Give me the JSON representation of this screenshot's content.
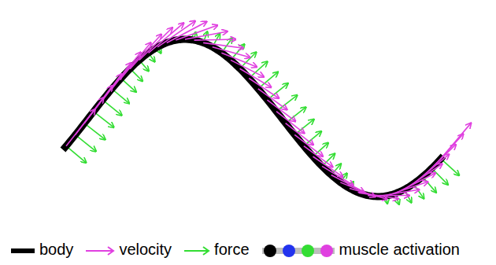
{
  "diagram": {
    "legend": [
      {
        "text": "body"
      },
      {
        "text": "velocity"
      },
      {
        "text": "force"
      },
      {
        "text": "muscle activation"
      }
    ]
  }
}
